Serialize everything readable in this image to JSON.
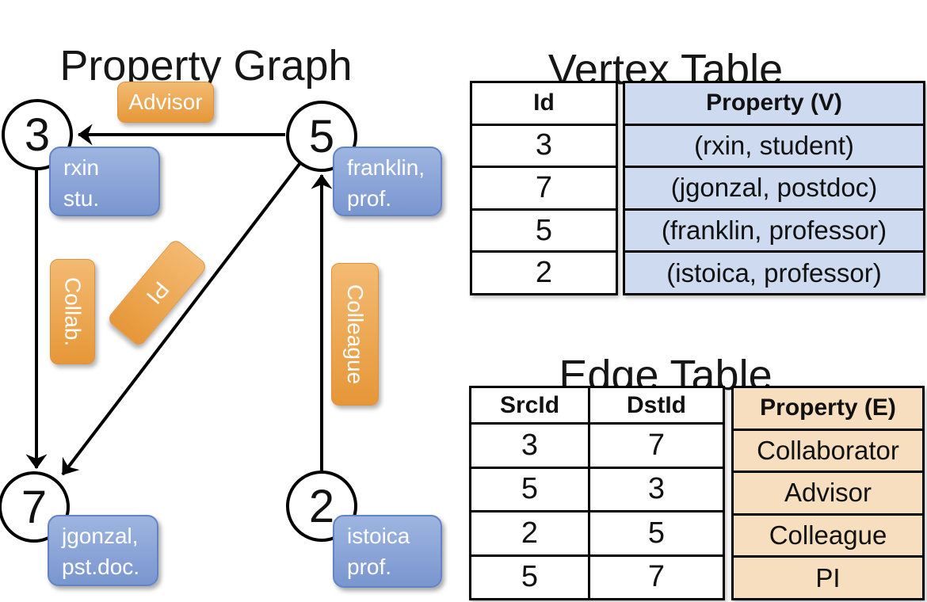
{
  "graph": {
    "title": "Property Graph",
    "vertices": [
      {
        "id": "3",
        "line1": "rxin",
        "line2": "stu."
      },
      {
        "id": "5",
        "line1": "franklin,",
        "line2": "prof."
      },
      {
        "id": "7",
        "line1": "jgonzal,",
        "line2": "pst.doc."
      },
      {
        "id": "2",
        "line1": "istoica",
        "line2": "prof."
      }
    ],
    "edge_labels": {
      "advisor": "Advisor",
      "collab": "Collab.",
      "pi": "PI",
      "colleague": "Colleague"
    }
  },
  "vertex_table": {
    "title": "Vertex Table",
    "columns": {
      "id": "Id",
      "property": "Property (V)"
    },
    "rows": [
      {
        "id": "3",
        "property": "(rxin, student)"
      },
      {
        "id": "7",
        "property": "(jgonzal, postdoc)"
      },
      {
        "id": "5",
        "property": "(franklin, professor)"
      },
      {
        "id": "2",
        "property": "(istoica, professor)"
      }
    ]
  },
  "edge_table": {
    "title": "Edge Table",
    "columns": {
      "src": "SrcId",
      "dst": "DstId",
      "property": "Property (E)"
    },
    "rows": [
      {
        "src": "3",
        "dst": "7",
        "property": "Collaborator"
      },
      {
        "src": "5",
        "dst": "3",
        "property": "Advisor"
      },
      {
        "src": "2",
        "dst": "5",
        "property": "Colleague"
      },
      {
        "src": "5",
        "dst": "7",
        "property": "PI"
      }
    ]
  },
  "colors": {
    "orange_top": "#F3BA72",
    "orange_bottom": "#E69738",
    "orange_border": "#DF9140",
    "blue_top": "#9EB5E0",
    "blue_bottom": "#7A96D0",
    "blue_border": "#6283C5",
    "vertex_fill": "#CEDAEF",
    "edge_fill": "#F6DEBF",
    "label_text": "#FFFFFF",
    "line_color": "#000000"
  }
}
